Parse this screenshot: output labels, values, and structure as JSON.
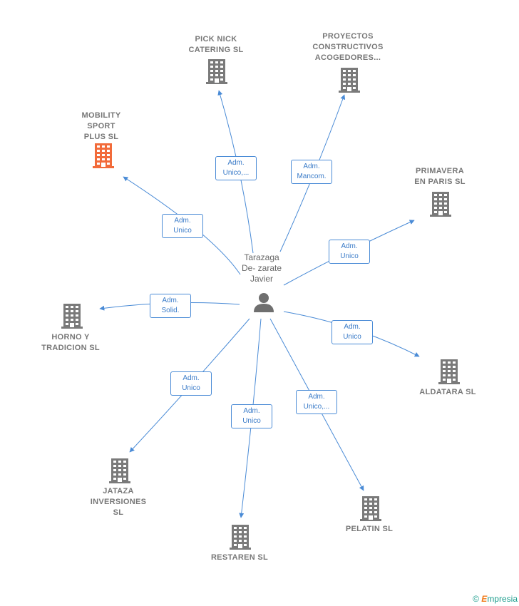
{
  "center": {
    "name": "Tarazaga\nDe- zarate\nJavier",
    "icon": "person-icon"
  },
  "colors": {
    "edge": "#4a8bd6",
    "building": "#7a7a7a",
    "highlight": "#f26b3a"
  },
  "companies": [
    {
      "id": "mobility",
      "name": "MOBILITY\nSPORT\nPLUS  SL",
      "role": "Adm.\nUnico",
      "highlight": true
    },
    {
      "id": "picknick",
      "name": "PICK NICK\nCATERING SL",
      "role": "Adm.\nUnico,..."
    },
    {
      "id": "proyectos",
      "name": "PROYECTOS\nCONSTRUCTIVOS\nACOGEDORES...",
      "role": "Adm.\nMancom."
    },
    {
      "id": "primavera",
      "name": "PRIMAVERA\nEN PARIS  SL",
      "role": "Adm.\nUnico"
    },
    {
      "id": "horno",
      "name": "HORNO Y\nTRADICION SL",
      "role": "Adm.\nSolid."
    },
    {
      "id": "aldatara",
      "name": "ALDATARA  SL",
      "role": "Adm.\nUnico"
    },
    {
      "id": "jataza",
      "name": "JATAZA\nINVERSIONES\nSL",
      "role": "Adm.\nUnico"
    },
    {
      "id": "restaren",
      "name": "RESTAREN SL",
      "role": "Adm.\nUnico"
    },
    {
      "id": "pelatin",
      "name": "PELATIN  SL",
      "role": "Adm.\nUnico,..."
    }
  ],
  "footer": {
    "copyright": "©",
    "brand_initial": "E",
    "brand_rest": "mpresia"
  }
}
